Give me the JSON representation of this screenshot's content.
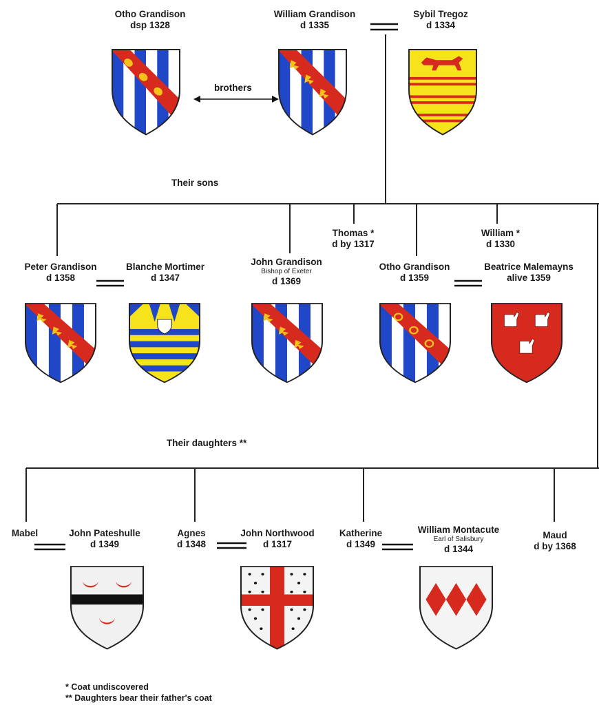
{
  "people": {
    "otho_elder": {
      "name": "Otho Grandison",
      "date": "dsp 1328"
    },
    "william_elder": {
      "name": "William Grandison",
      "date": "d 1335"
    },
    "sybil": {
      "name": "Sybil Tregoz",
      "date": "d 1334"
    },
    "peter": {
      "name": "Peter Grandison",
      "date": "d 1358"
    },
    "blanche": {
      "name": "Blanche Mortimer",
      "date": "d 1347"
    },
    "john": {
      "name": "John Grandison",
      "title": "Bishop of Exeter",
      "date": "d 1369"
    },
    "thomas": {
      "name": "Thomas *",
      "date": "d by 1317"
    },
    "otho_younger": {
      "name": "Otho Grandison",
      "date": "d 1359"
    },
    "william_younger": {
      "name": "William *",
      "date": "d 1330"
    },
    "beatrice": {
      "name": "Beatrice Malemayns",
      "date": "alive 1359"
    },
    "mabel": {
      "name": "Mabel"
    },
    "pateshulle": {
      "name": "John Pateshulle",
      "date": "d 1349"
    },
    "agnes": {
      "name": "Agnes",
      "date": "d 1348"
    },
    "northwood": {
      "name": "John Northwood",
      "date": "d 1317"
    },
    "katherine": {
      "name": "Katherine",
      "date": "d 1349"
    },
    "montacute": {
      "name": "William Montacute",
      "title": "Earl of Salisbury",
      "date": "d 1344"
    },
    "maud": {
      "name": "Maud",
      "date": "d by 1368"
    }
  },
  "labels": {
    "brothers": "brothers",
    "their_sons": "Their sons",
    "their_daughters": "Their daughters **"
  },
  "notes": {
    "note1": "*  Coat undiscovered",
    "note2": "** Daughters bear their father's coat"
  },
  "colors": {
    "blue": "#2147c9",
    "red": "#d72a1e",
    "yellow": "#f6e31c",
    "gold": "#f2c21a",
    "black": "#111111",
    "white": "#ffffff",
    "line": "#222222"
  }
}
